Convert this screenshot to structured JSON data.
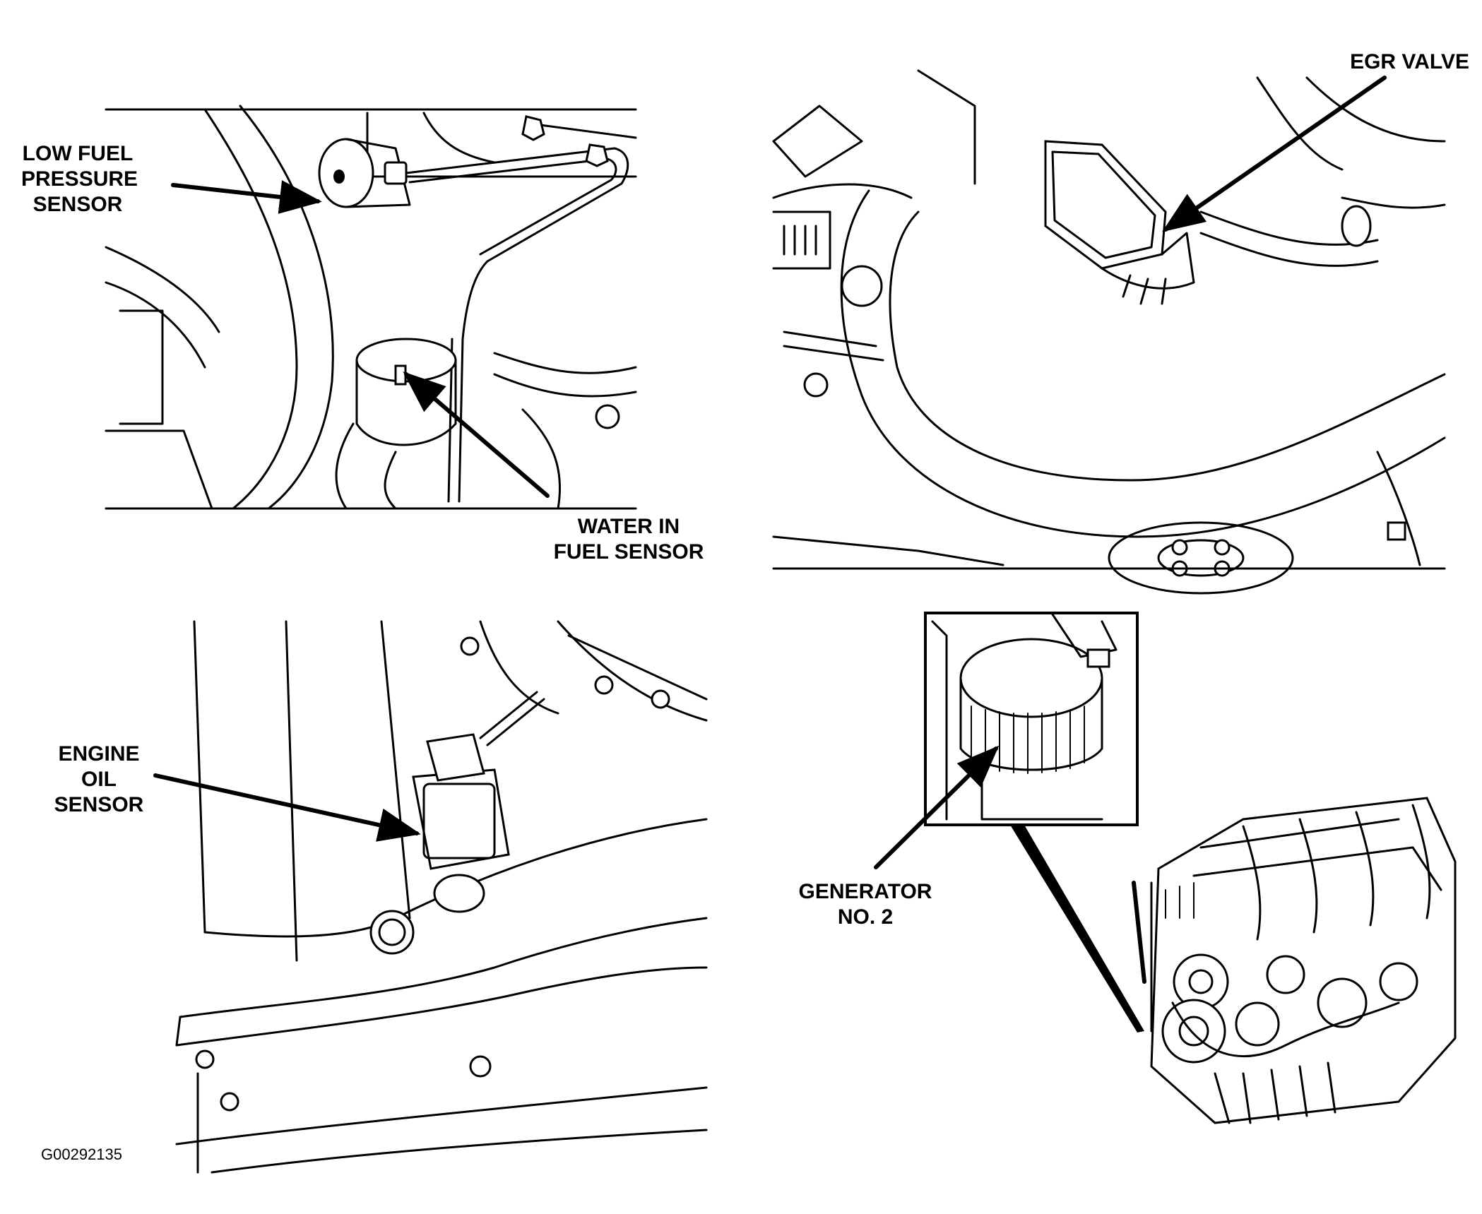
{
  "callouts": {
    "low_fuel_pressure_sensor": [
      "LOW FUEL",
      "PRESSURE",
      "SENSOR"
    ],
    "water_in_fuel_sensor": [
      "WATER IN",
      "FUEL SENSOR"
    ],
    "egr_valve": [
      "EGR VALVE"
    ],
    "engine_oil_sensor": [
      "ENGINE",
      "OIL",
      "SENSOR"
    ],
    "generator": [
      "GENERATOR",
      "NO. 2"
    ]
  },
  "figure_id": "G00292135"
}
